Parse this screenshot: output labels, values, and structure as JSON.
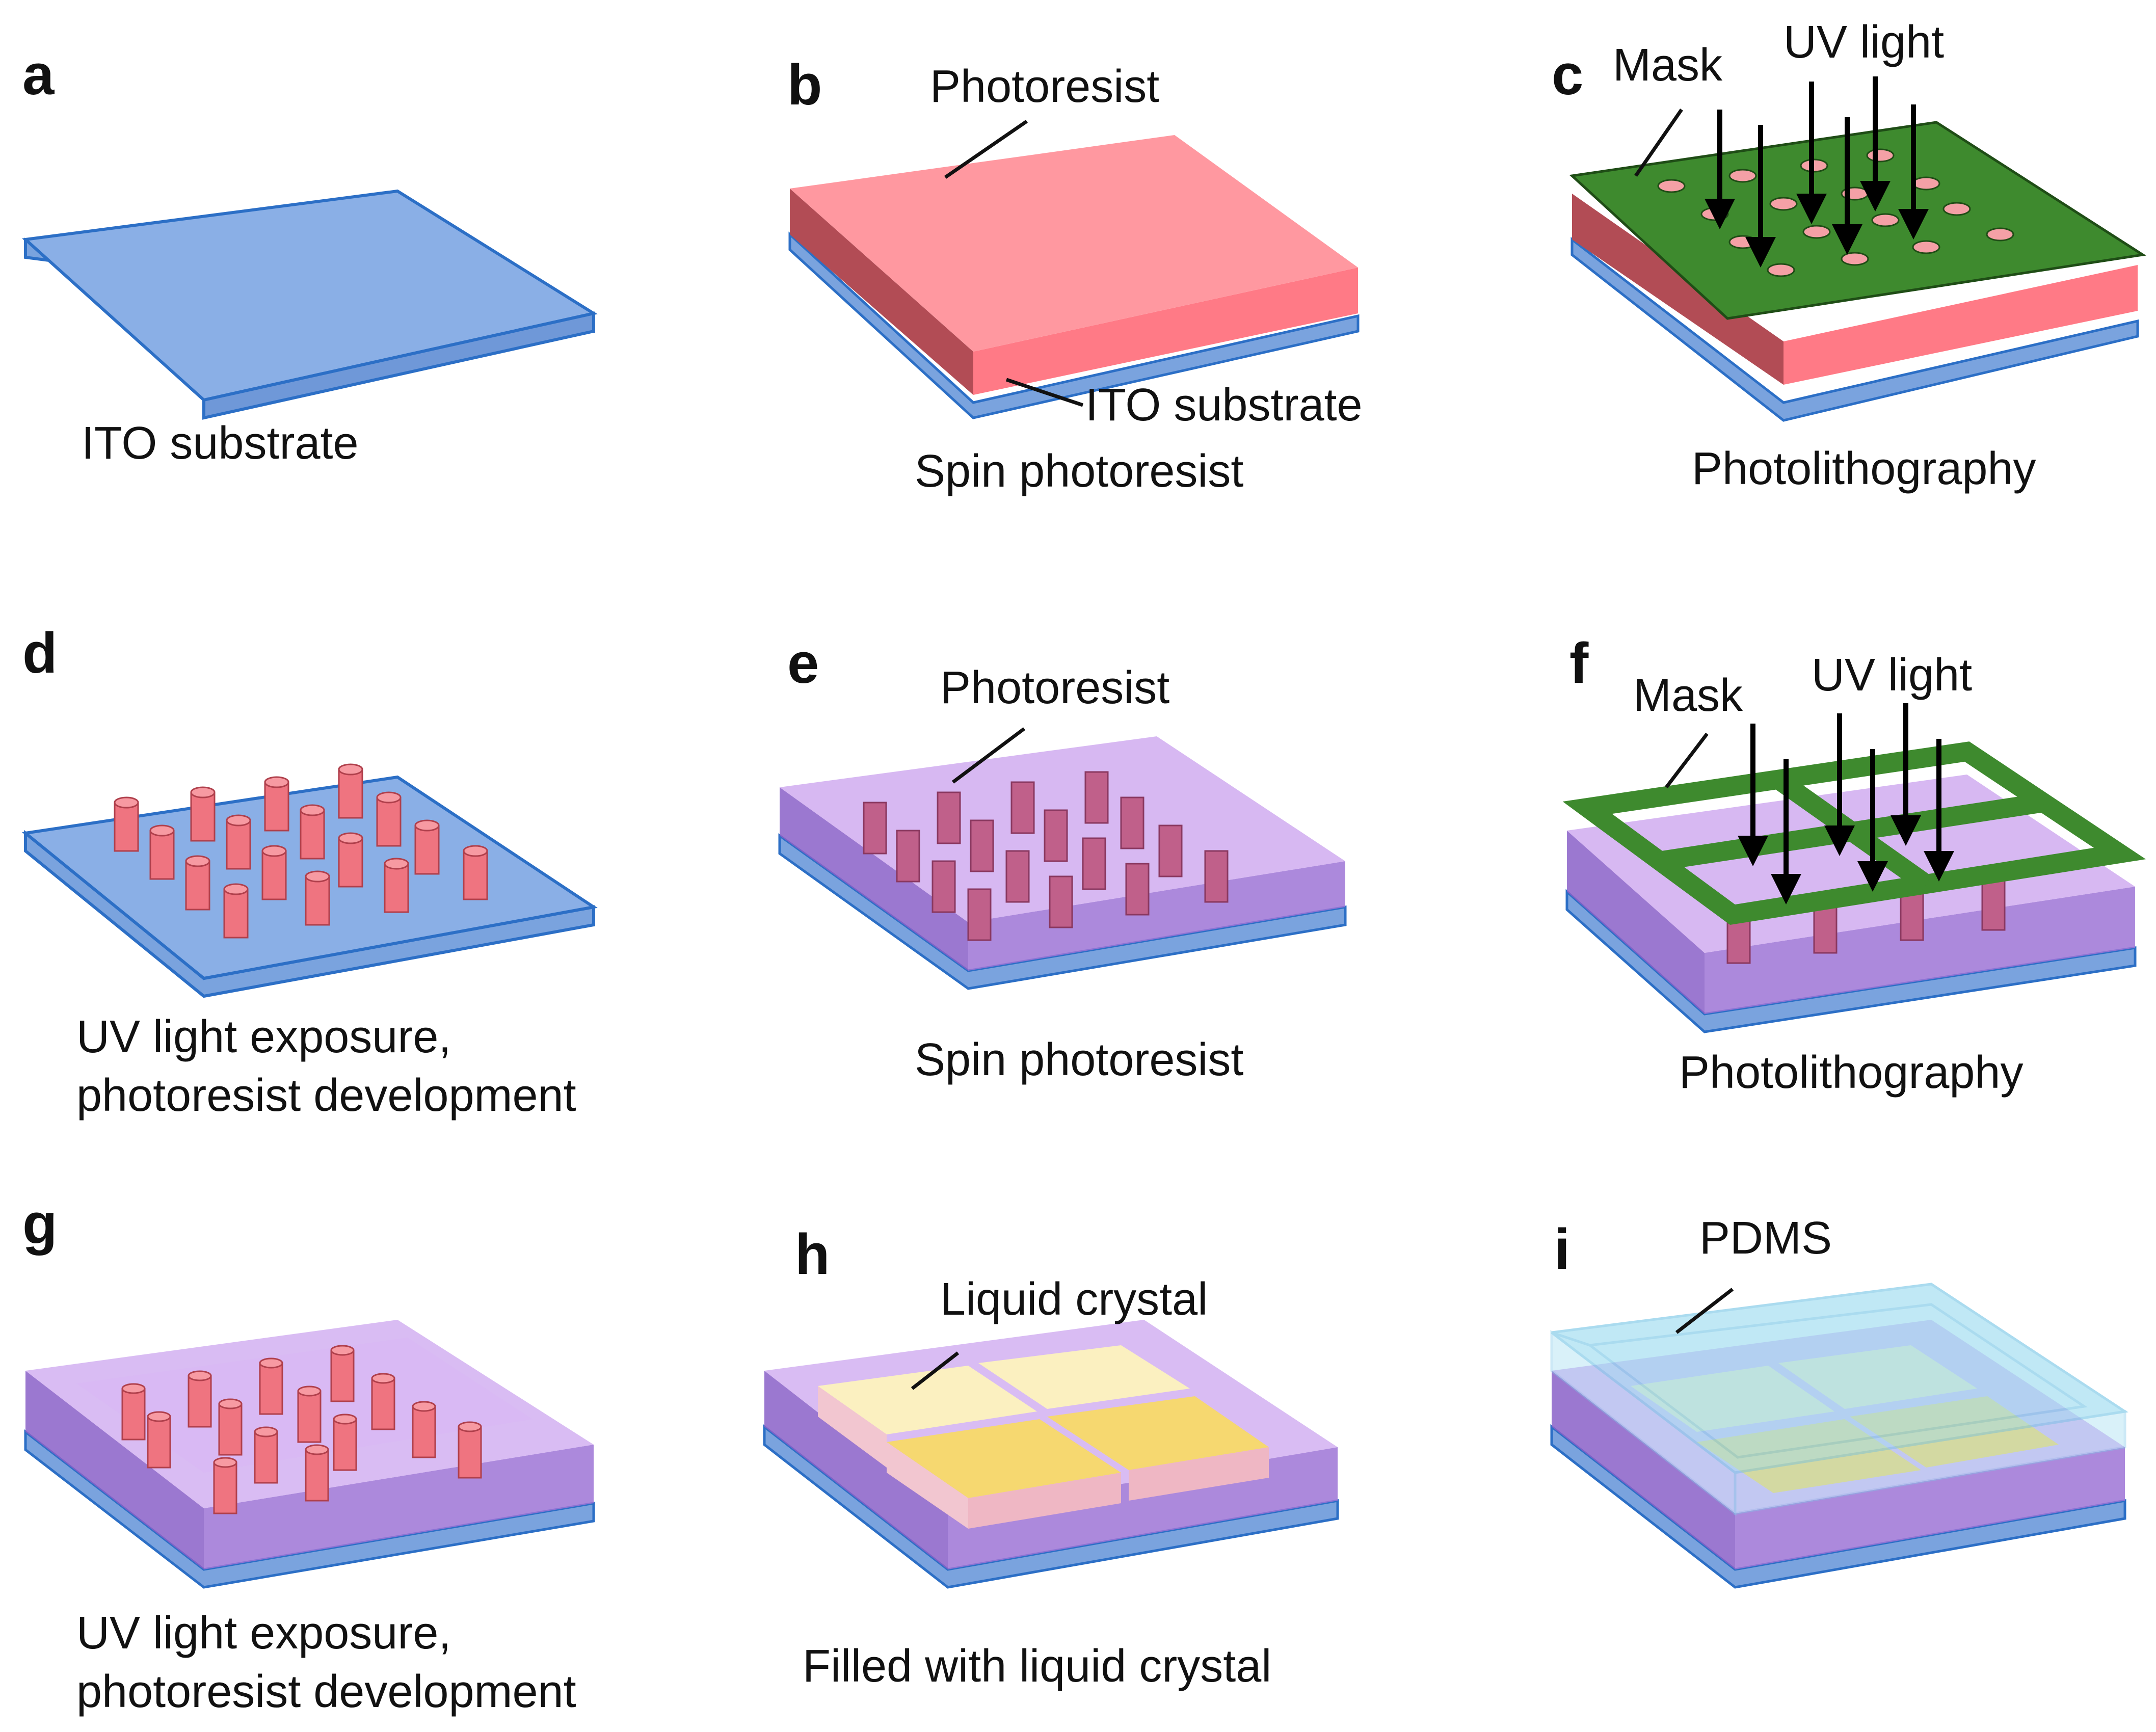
{
  "colors": {
    "ito_top": "#8aafe6",
    "ito_side": "#6f98d8",
    "ito_edge": "#2c6fc6",
    "resist_top": "#ff98a0",
    "resist_side": "#e0707c",
    "mask": "#3e8a2e",
    "mask_edge": "#1f4d16",
    "purple": "#b48ae6",
    "lc_yellow": "#f6e08a",
    "pdms": "#9fdcf0"
  },
  "panels": [
    {
      "letter": "a",
      "caption": "ITO substrate"
    },
    {
      "letter": "b",
      "caption": "Spin photoresist",
      "ann_photoresist": "Photoresist",
      "ann_ito": "ITO substrate"
    },
    {
      "letter": "c",
      "caption": "Photolithography",
      "ann_mask": "Mask",
      "ann_uv": "UV light"
    },
    {
      "letter": "d",
      "caption_line1": "UV light exposure,",
      "caption_line2": "photoresist development"
    },
    {
      "letter": "e",
      "caption": "Spin photoresist",
      "ann_photoresist": "Photoresist"
    },
    {
      "letter": "f",
      "caption": "Photolithography",
      "ann_mask": "Mask",
      "ann_uv": "UV light"
    },
    {
      "letter": "g",
      "caption_line1": "UV light exposure,",
      "caption_line2": "photoresist development"
    },
    {
      "letter": "h",
      "caption": "Filled with liquid crystal",
      "ann_lc": "Liquid crystal"
    },
    {
      "letter": "i",
      "ann_pdms": "PDMS"
    }
  ]
}
